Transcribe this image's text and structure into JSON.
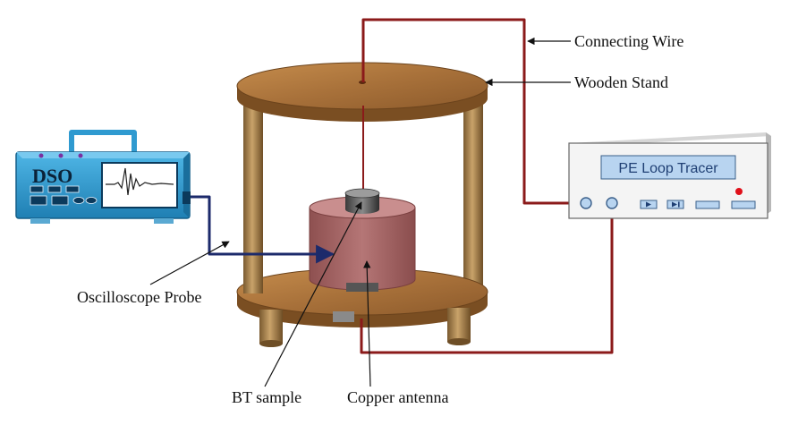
{
  "labels": {
    "connecting_wire": "Connecting Wire",
    "wooden_stand": "Wooden Stand",
    "oscilloscope_probe": "Oscilloscope Probe",
    "bt_sample": "BT sample",
    "copper_antenna": "Copper antenna"
  },
  "devices": {
    "oscilloscope_label": "DSO",
    "tracer_label": "PE Loop Tracer"
  },
  "colors": {
    "wood_top": "#b07a3f",
    "wood_edge": "#7a4e22",
    "wire_red": "#8b1a1a",
    "probe_wire": "#1c2a6b",
    "antenna": "#a86868",
    "dso_body": "#2f9ad0",
    "tracer_panel": "#b8d4f0"
  },
  "icons": [
    "play-button-icon",
    "skip-button-icon",
    "indicator-light-icon",
    "waveform-icon"
  ]
}
